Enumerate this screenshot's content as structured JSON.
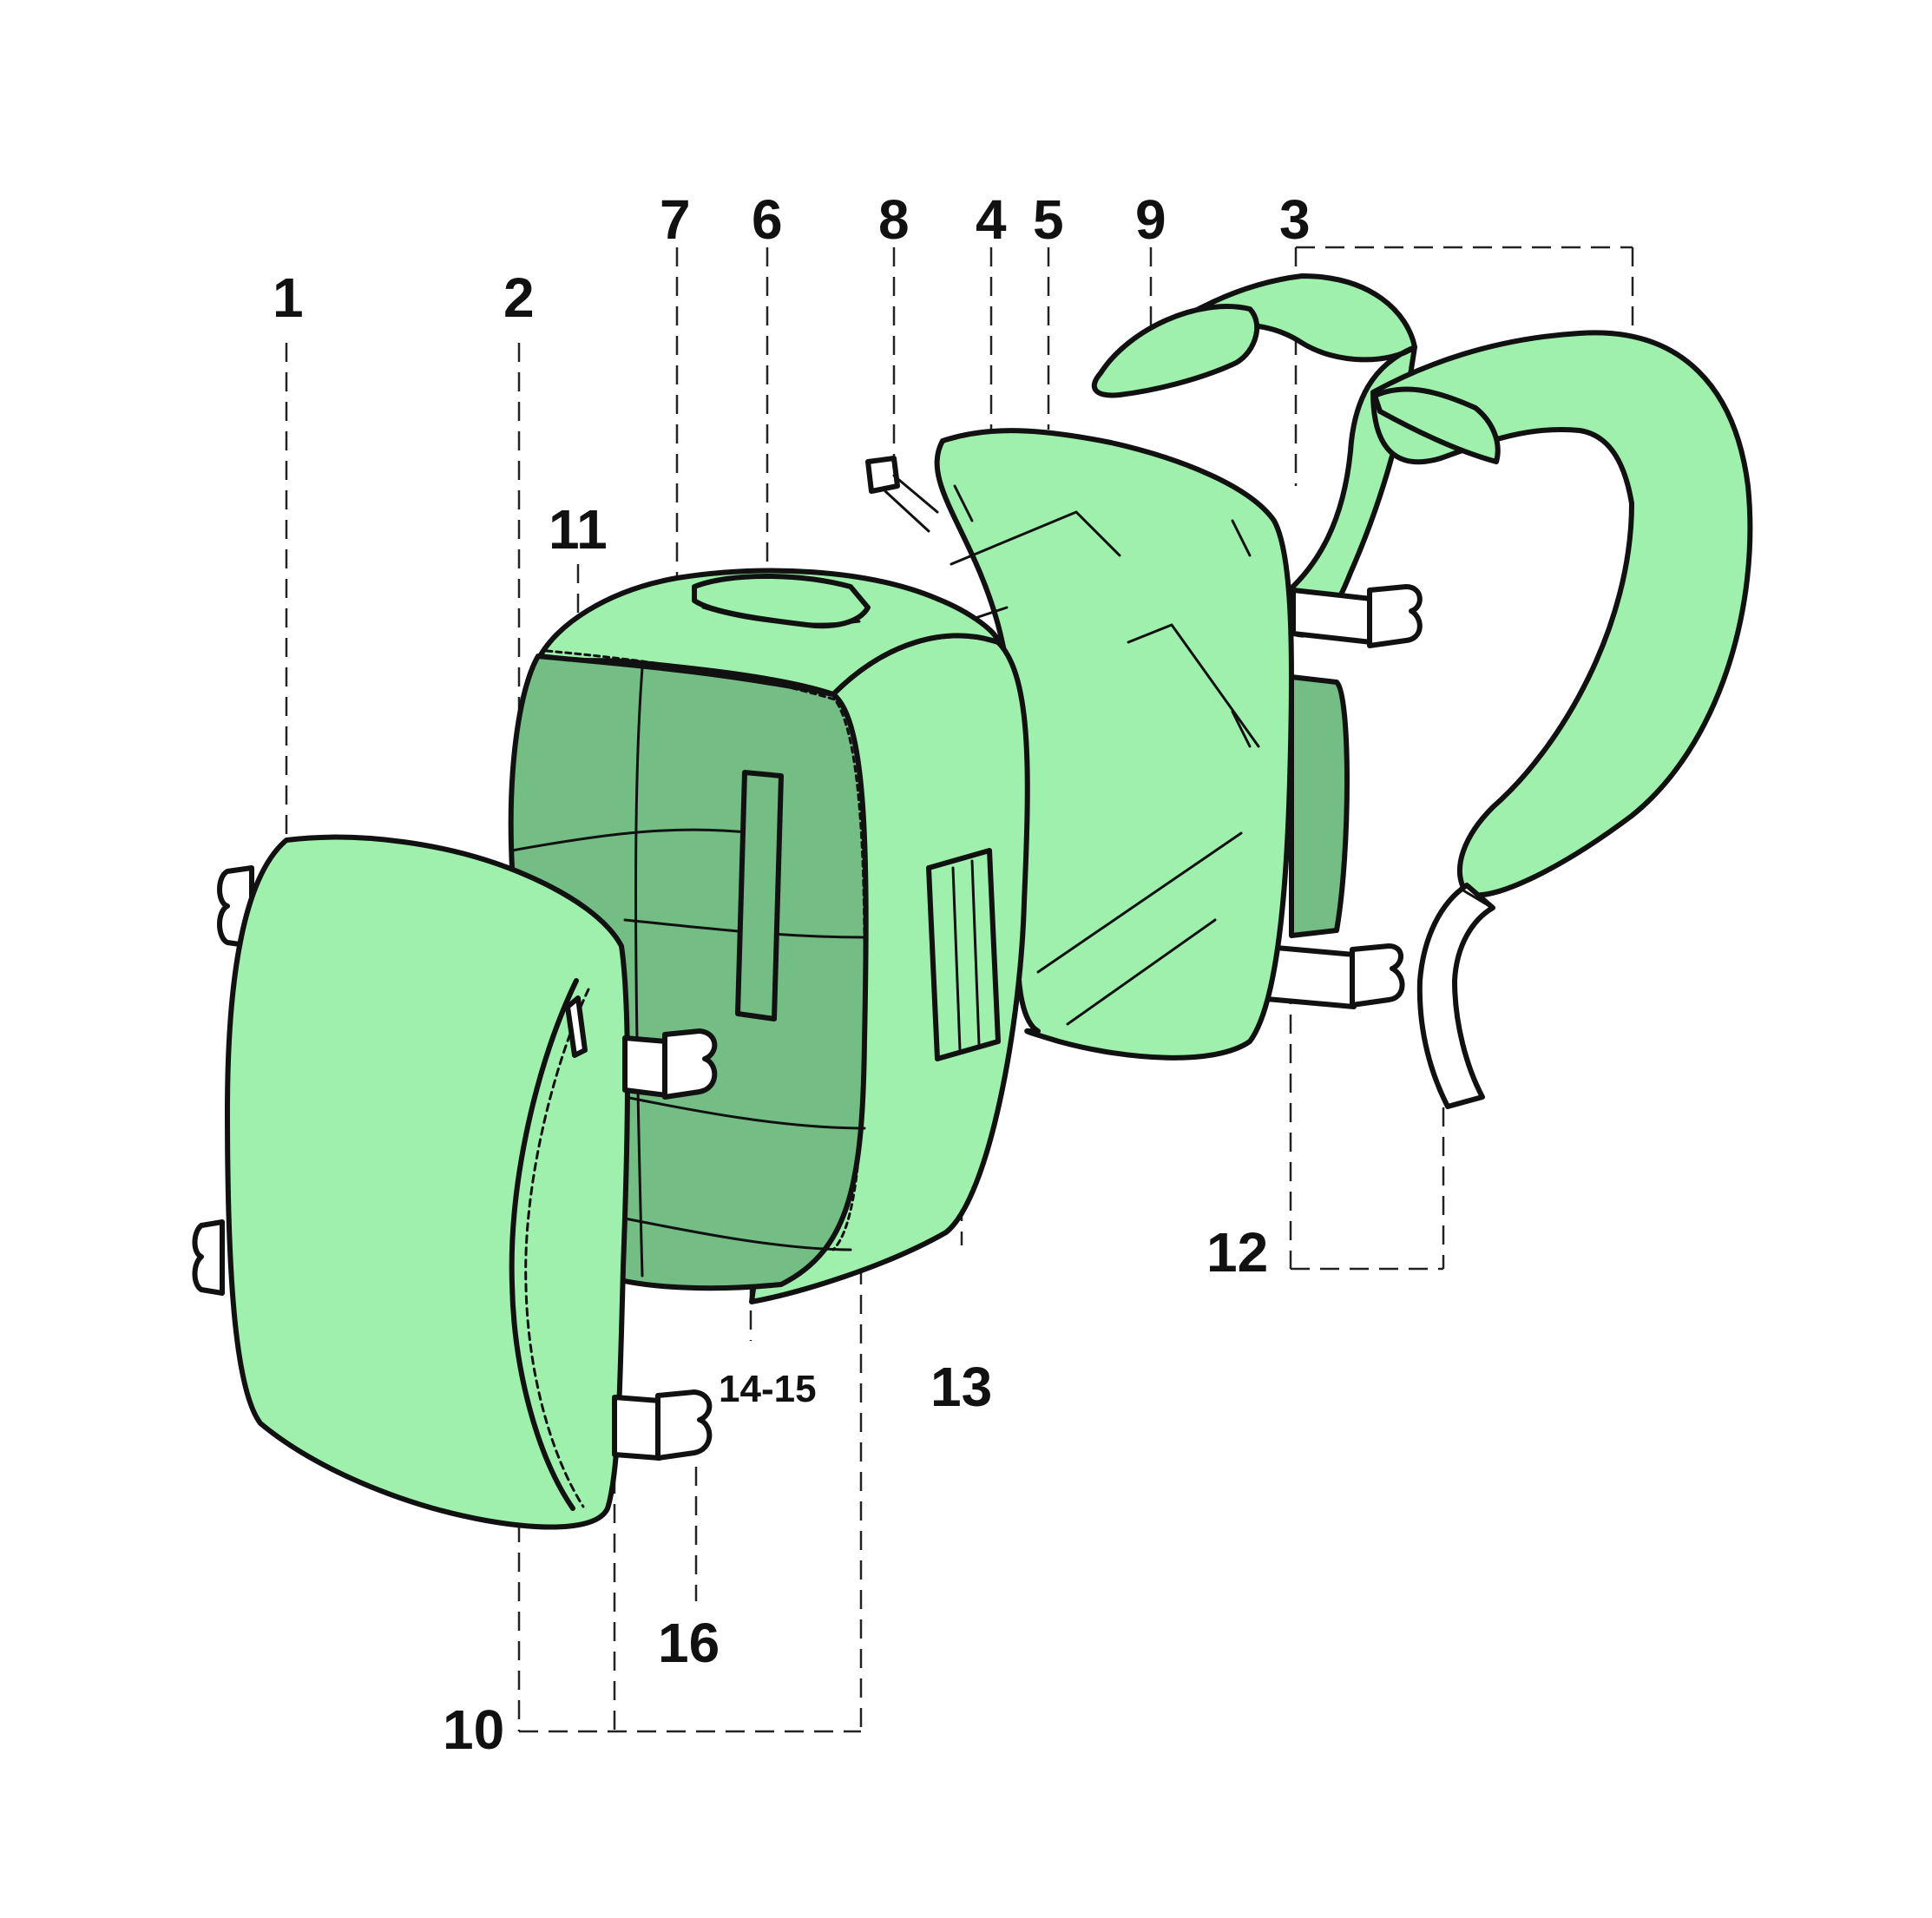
{
  "colors": {
    "fabric": "#9ff0ac",
    "fabric_shadow": "#74be86",
    "strap_webbing": "#ffffff",
    "ink": "#111111"
  },
  "callouts": {
    "c1": "1",
    "c2": "2",
    "c3": "3",
    "c4": "4",
    "c5": "5",
    "c6": "6",
    "c7": "7",
    "c8": "8",
    "c9": "9",
    "c10": "10",
    "c11": "11",
    "c12": "12",
    "c13": "13",
    "c14_15": "14-15",
    "c16": "16"
  }
}
